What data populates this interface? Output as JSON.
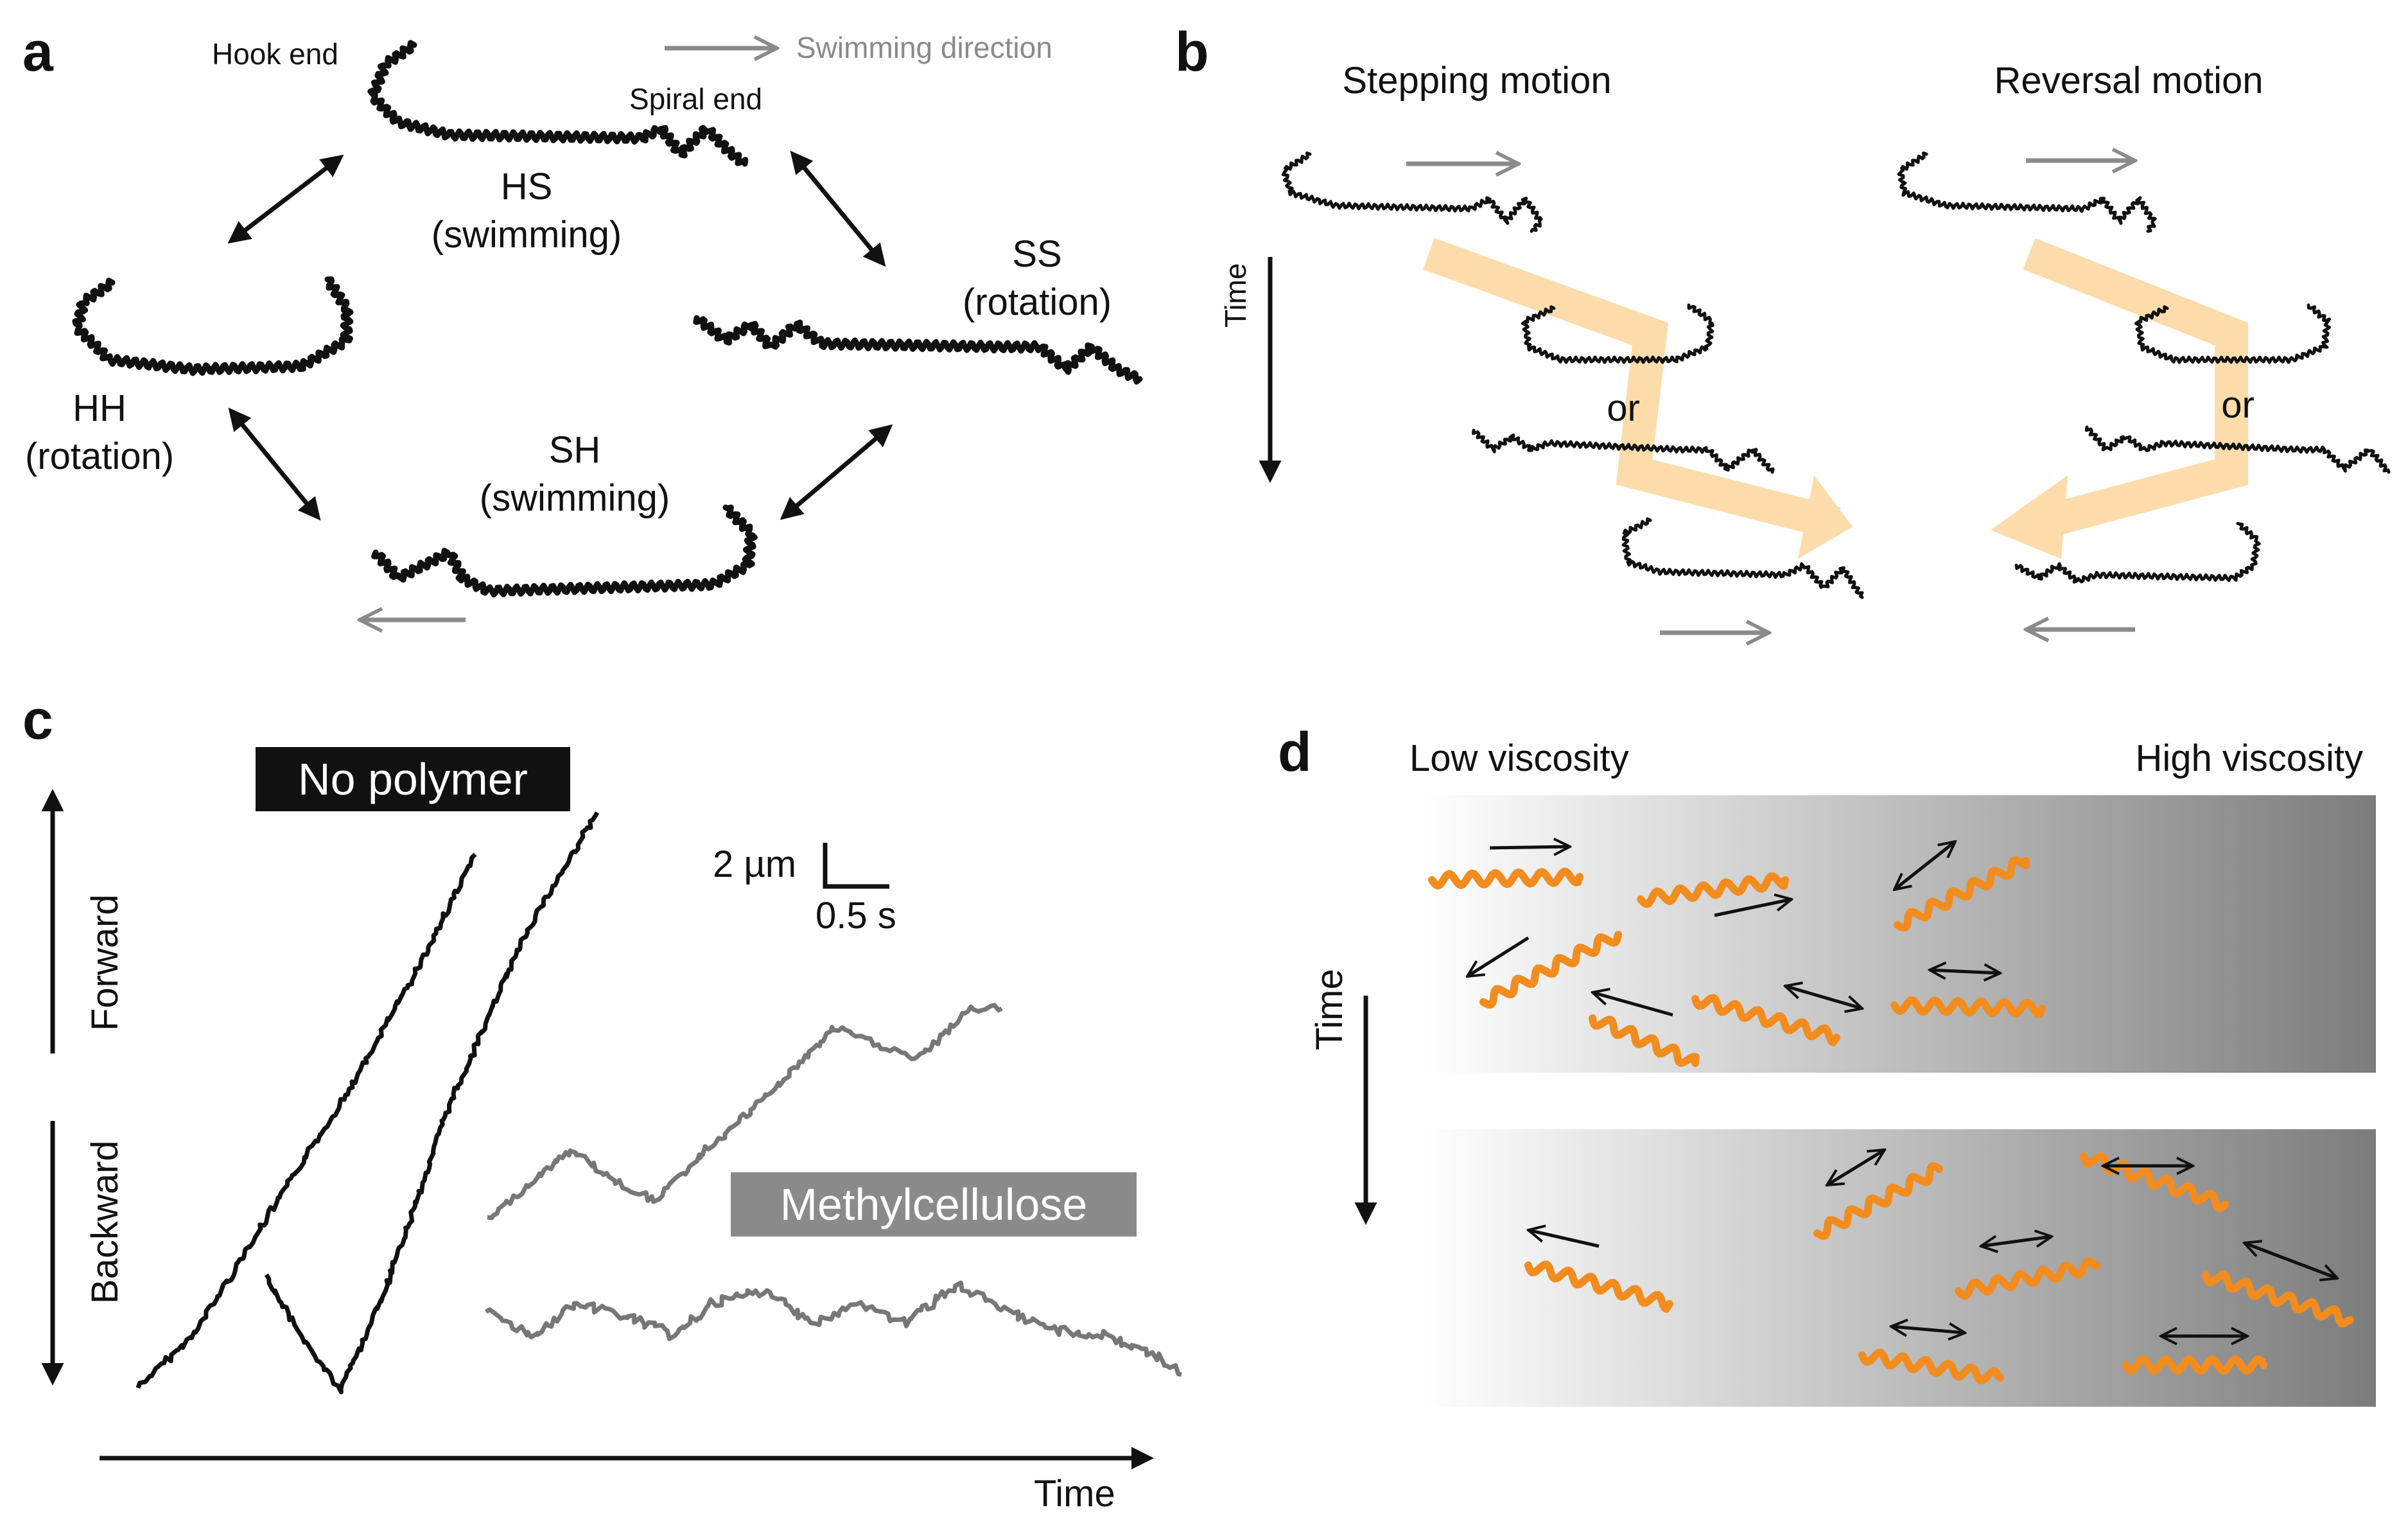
{
  "colors": {
    "flagellum": "#111111",
    "grey_arrow": "#8a8a8a",
    "orange_bacteria": "#f28c1e",
    "path_arrow": "#fddcac",
    "trace_no_polymer": "#111111",
    "trace_methylcellulose": "#777777",
    "gradient_light": "#ffffff",
    "gradient_dark": "#7c7c7c",
    "label_box_black": "#111111",
    "label_box_grey": "#8a8a8a"
  },
  "panel_a": {
    "letter": "a",
    "hook_end": "Hook end",
    "spiral_end": "Spiral end",
    "swimming_direction": "Swimming direction",
    "states": [
      {
        "code": "HS",
        "mode": "(swimming)"
      },
      {
        "code": "SS",
        "mode": "(rotation)"
      },
      {
        "code": "HH",
        "mode": "(rotation)"
      },
      {
        "code": "SH",
        "mode": "(swimming)"
      }
    ]
  },
  "panel_b": {
    "letter": "b",
    "stepping": "Stepping motion",
    "reversal": "Reversal motion",
    "time": "Time",
    "or_left": "or",
    "or_right": "or"
  },
  "panel_c": {
    "letter": "c",
    "no_polymer": "No polymer",
    "methylcellulose": "Methylcellulose",
    "forward": "Forward",
    "backward": "Backward",
    "scale_um": "2 µm",
    "scale_s": "0.5 s",
    "time": "Time"
  },
  "panel_d": {
    "letter": "d",
    "low": "Low viscosity",
    "high": "High viscosity",
    "time": "Time"
  },
  "icons": [
    "bidirectional-arrow-icon",
    "swimming-arrow-icon",
    "time-arrow-icon",
    "orange-spirochete-icon",
    "flagellum-wave-icon"
  ]
}
